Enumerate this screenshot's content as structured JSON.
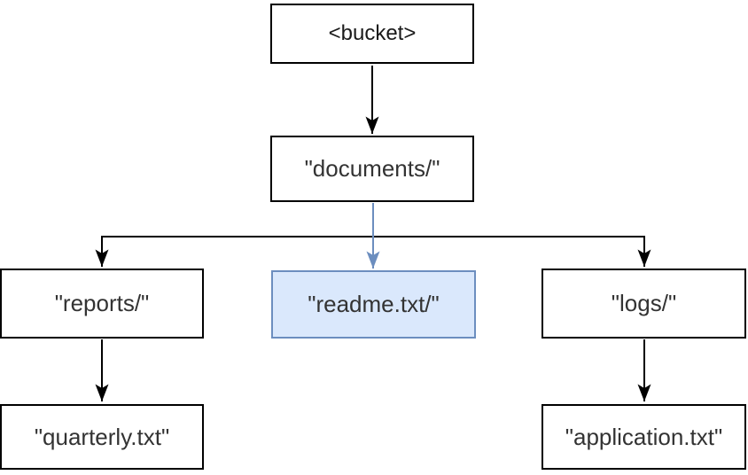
{
  "diagram": {
    "title": "bucket-object-key-hierarchy",
    "nodes": {
      "bucket": {
        "label": "<bucket>"
      },
      "documents": {
        "label": "\"documents/\""
      },
      "reports": {
        "label": "\"reports/\""
      },
      "readme": {
        "label": "\"readme.txt/\"",
        "highlighted": true
      },
      "logs": {
        "label": "\"logs/\""
      },
      "quarterly": {
        "label": "\"quarterly.txt\""
      },
      "application": {
        "label": "\"application.txt\""
      }
    },
    "colors": {
      "node_fill": "#ffffff",
      "node_stroke": "#000000",
      "arrow": "#000000",
      "highlight_fill": "#dae8fc",
      "highlight_stroke": "#6c8ebf",
      "highlight_arrow": "#6c8ebf"
    }
  }
}
